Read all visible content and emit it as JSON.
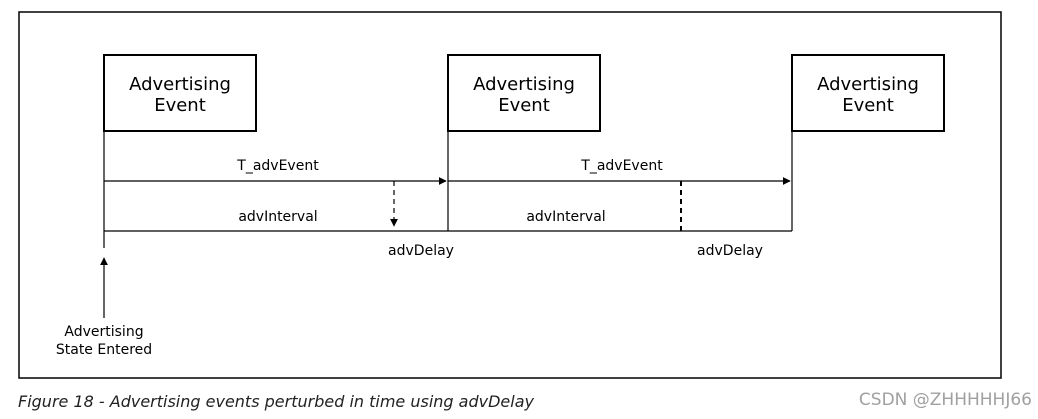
{
  "diagram": {
    "events": [
      {
        "line1": "Advertising",
        "line2": "Event"
      },
      {
        "line1": "Advertising",
        "line2": "Event"
      },
      {
        "line1": "Advertising",
        "line2": "Event"
      }
    ],
    "labels": {
      "t_adv_event_1": "T_advEvent",
      "t_adv_event_2": "T_advEvent",
      "adv_interval_1": "advInterval",
      "adv_interval_2": "advInterval",
      "adv_delay_1": "advDelay",
      "adv_delay_2": "advDelay",
      "state_entered_line1": "Advertising",
      "state_entered_line2": "State Entered"
    }
  },
  "caption": "Figure 18 - Advertising events perturbed in time using advDelay",
  "watermark": "CSDN @ZHHHHHJ66"
}
